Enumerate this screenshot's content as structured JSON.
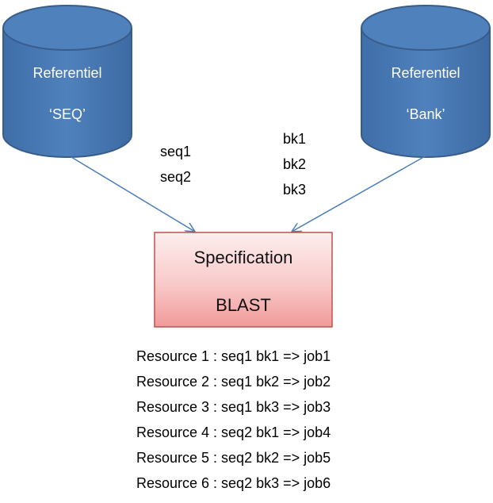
{
  "databases": [
    {
      "title": "Referentiel",
      "name": "‘SEQ’"
    },
    {
      "title": "Referentiel",
      "name": "‘Bank’"
    }
  ],
  "seq_labels": [
    "seq1",
    "seq2"
  ],
  "bank_labels": [
    "bk1",
    "bk2",
    "bk3"
  ],
  "specification": {
    "title": "Specification",
    "program": "BLAST"
  },
  "resources": [
    "Resource 1 : seq1 bk1 => job1",
    "Resource 2 : seq1 bk2 => job2",
    "Resource 3 : seq1 bk3 => job3",
    "Resource 4 : seq2 bk1 => job4",
    "Resource 5 : seq2 bk2 => job5",
    "Resource 6 : seq2 bk3 => job6"
  ],
  "colors": {
    "db_fill": "#4f81bd",
    "db_stroke": "#385d8a",
    "arrow": "#4a7ebb",
    "spec_top": "#fde9e9",
    "spec_bottom": "#f4a6a6",
    "spec_stroke": "#c0504d"
  }
}
